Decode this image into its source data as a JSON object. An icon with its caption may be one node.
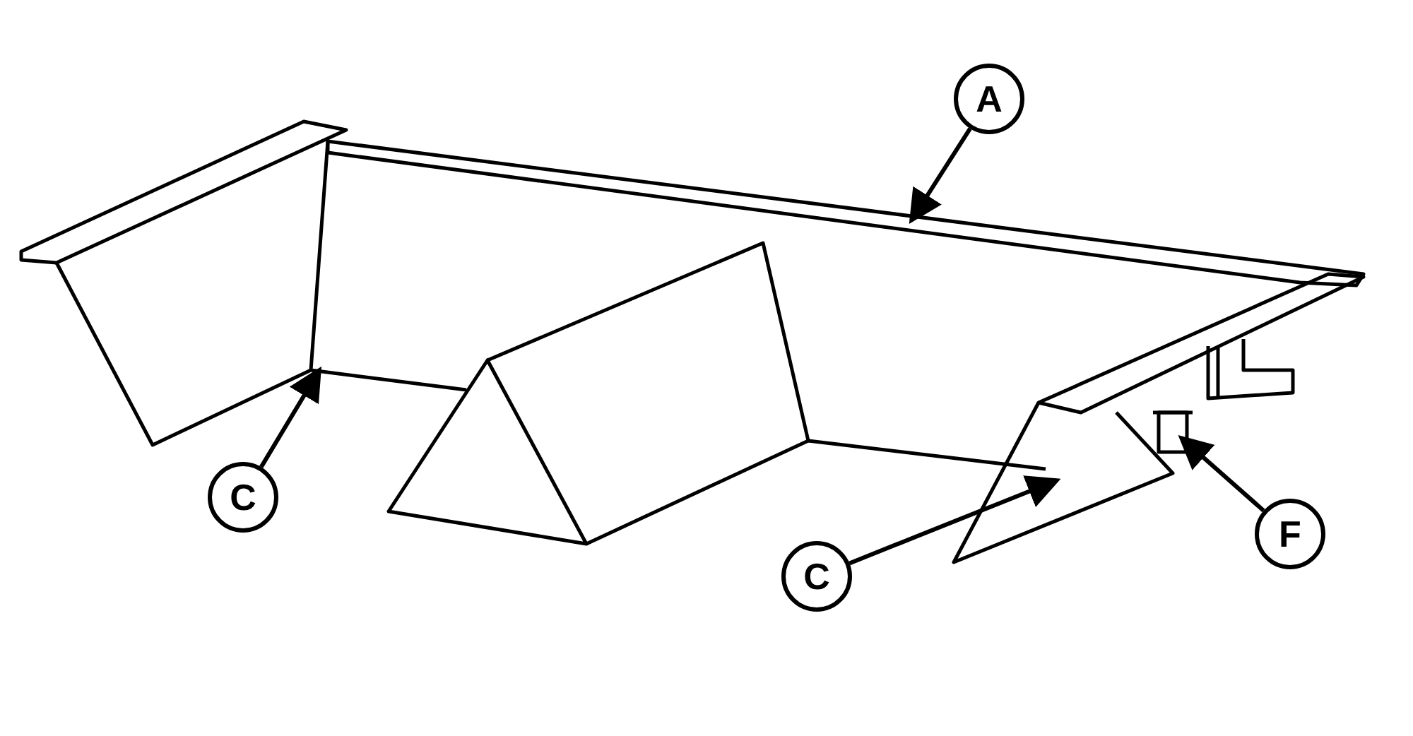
{
  "diagram": {
    "nodes": [
      {
        "text": [
          "A"
        ]
      },
      {
        "text": [
          "C"
        ]
      },
      {
        "text": [
          "C"
        ]
      },
      {
        "text": [
          "F"
        ]
      }
    ],
    "edges": [
      {
        "from": 0,
        "to": null,
        "arrow": "to"
      },
      {
        "from": 1,
        "to": null,
        "arrow": "to"
      },
      {
        "from": 2,
        "to": null,
        "arrow": "to"
      },
      {
        "from": 3,
        "to": null,
        "arrow": "to"
      }
    ]
  }
}
